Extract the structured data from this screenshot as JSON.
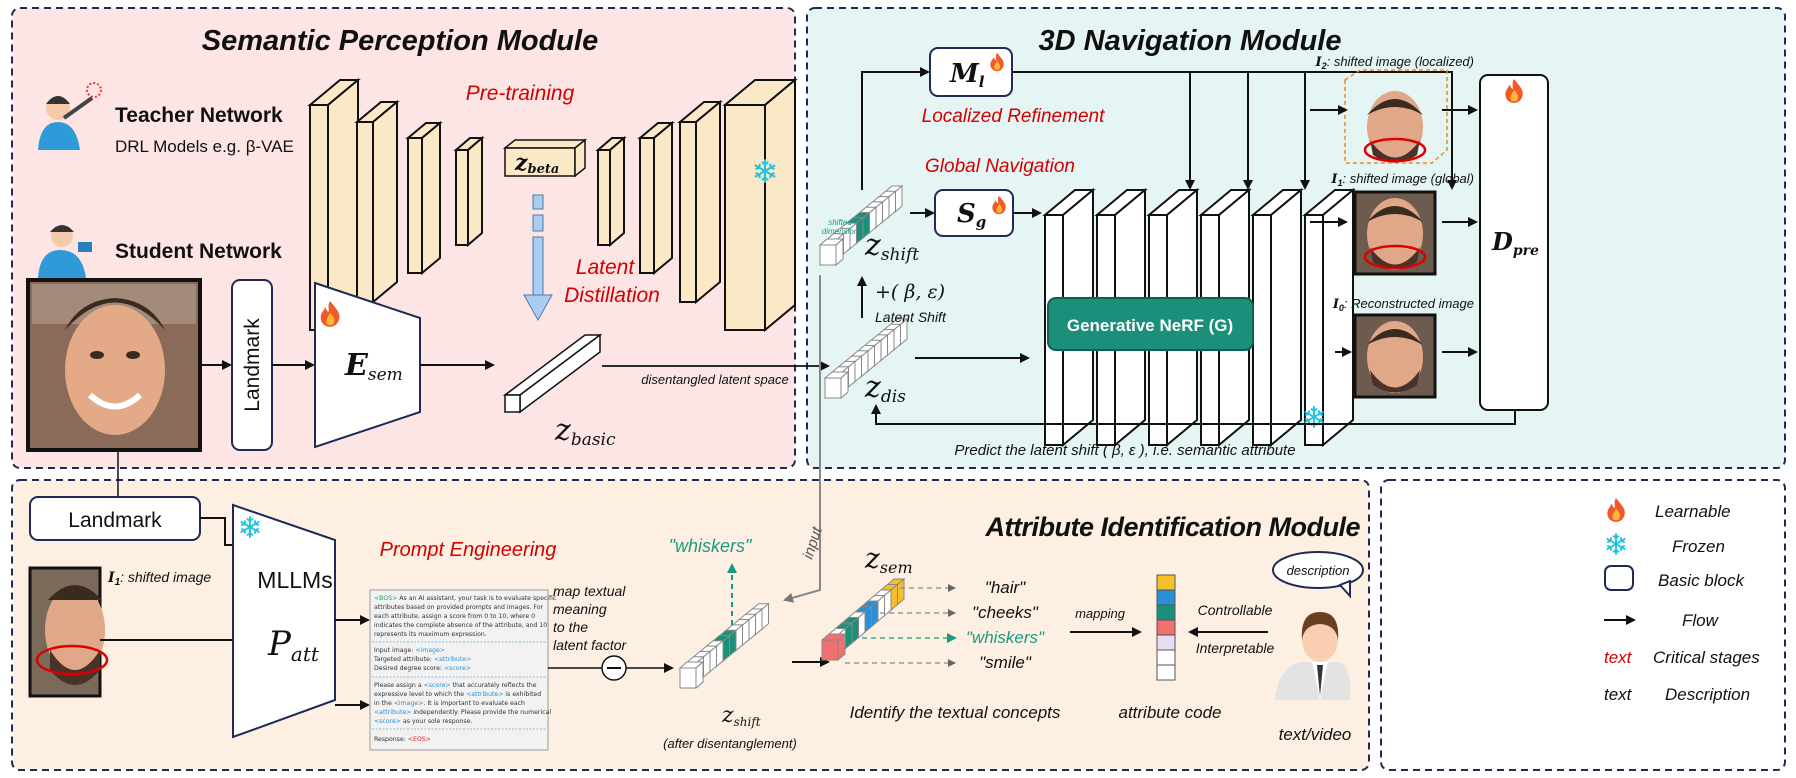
{
  "modules": {
    "semantic": "Semantic Perception Module",
    "nav": "3D Navigation Module",
    "attr": "Attribute Identification Module"
  },
  "colors": {
    "semantic_bg": "#fde5e5",
    "nav_bg": "#e5f5f4",
    "attr_bg": "#fdf0e2",
    "border": "#1f2a55",
    "critical": "#d40000",
    "nerf": "#1a8f7a",
    "conv_block": "#fbe8c6",
    "frozen": "#22c4e0",
    "learnable": "#f05a28",
    "distill_arrow": "#a9cdf0"
  },
  "semantic": {
    "teacher_title": "Teacher Network",
    "teacher_sub": "DRL Models  e.g. β-VAE",
    "student_title": "Student Network",
    "pretraining": "Pre-training",
    "latent": "Latent",
    "distillation": "Distillation",
    "landmark": "Landmark",
    "e_sem": {
      "main": "E",
      "sub": "sem"
    },
    "z_beta": {
      "main": "z",
      "sub": "beta"
    },
    "z_basic": {
      "main": "z",
      "sub": "basic"
    },
    "disentangled": "disentangled latent space"
  },
  "nav": {
    "m_l": {
      "main": "M",
      "sub": "l"
    },
    "localized": "Localized Refinement",
    "global": "Global Navigation",
    "s_g": {
      "main": "S",
      "sub": "g"
    },
    "shifted_dimension": [
      "shifted",
      "dimension"
    ],
    "z_shift": {
      "main": "z",
      "sub": "shift"
    },
    "z_dis": {
      "main": "z",
      "sub": "dis"
    },
    "shift_formula": "+( β, ε)",
    "latent_shift": "Latent Shift",
    "nerf": "Generative NeRF (G)",
    "i2": {
      "sym": "I",
      "sub": "2",
      "text": ": shifted image (localized)"
    },
    "i1": {
      "sym": "I",
      "sub": "1",
      "text": ": shifted image (global)"
    },
    "i0": {
      "sym": "I",
      "sub": "0",
      "text": ": Reconstructed image"
    },
    "d_pre": {
      "main": "D",
      "sub": "pre"
    },
    "predict": "Predict the latent shift ( β, ε ), i.e. semantic attribute"
  },
  "attr": {
    "landmark": "Landmark",
    "i1": {
      "sym": "I",
      "sub": "1",
      "text": ": shifted image"
    },
    "mllms": "MLLMs",
    "p_att": {
      "main": "P",
      "sub": "att"
    },
    "prompt_engineering": "Prompt Engineering",
    "prompt": {
      "p1": [
        "<BOS>",
        " As an AI assistant, your task is to evaluate specific",
        "attributes based on provided prompts and images. For",
        "each attribute, assign a score from 0 to 10, where 0",
        "indicates the complete absence of the attribute, and 10",
        "represents its maximum expression."
      ],
      "input_label": "Input image: ",
      "input_val": "<image>",
      "target_label": "Targeted attribute: ",
      "target_val": "<attribute>",
      "degree_label": "Desired degree score: ",
      "degree_val": "<score>",
      "p3": [
        "Please assign a ",
        "<score>",
        " that accurately reflects the",
        "expressive level to which the ",
        "<attribute>",
        " is exhibited",
        "in the ",
        "<image>",
        ". It is important to evaluate each",
        "<attribute>",
        " independently. Please provide the numerical",
        "<score>",
        " as your sole response."
      ],
      "response_label": "Response: ",
      "response_val": "<EOS>"
    },
    "map_text": [
      "map textual",
      "meaning",
      "to the",
      "latent factor"
    ],
    "whiskers_top": "\"whiskers\"",
    "input": "input",
    "z_shift": {
      "main": "z",
      "sub": "shift"
    },
    "after": "(after disentanglement)",
    "z_sem": {
      "main": "z",
      "sub": "sem"
    },
    "concepts": [
      "\"hair\"",
      "\"cheeks\"",
      "\"whiskers\"",
      "\"smile\""
    ],
    "identify": "Identify the textual concepts",
    "mapping": "mapping",
    "attribute_code": "attribute code",
    "attribute_code_colors": [
      "#f5c02a",
      "#2a8fd6",
      "#1a8f7a",
      "#f07070",
      "#e8dcf0",
      "#ffffff",
      "#ffffff"
    ],
    "controllable": "Controllable",
    "interpretable": "Interpretable",
    "description": "description",
    "text_video": "text/video"
  },
  "legend": {
    "items": [
      {
        "icon": "flame-icon",
        "label": "Learnable"
      },
      {
        "icon": "snowflake-icon",
        "label": "Frozen"
      },
      {
        "icon": "rounded-box-icon",
        "label": "Basic block"
      },
      {
        "icon": "arrow-icon",
        "label": "Flow"
      },
      {
        "icon": "red-text",
        "sample": "text",
        "label": "Critical stages"
      },
      {
        "icon": "black-text",
        "sample": "text",
        "label": "Description"
      }
    ]
  }
}
